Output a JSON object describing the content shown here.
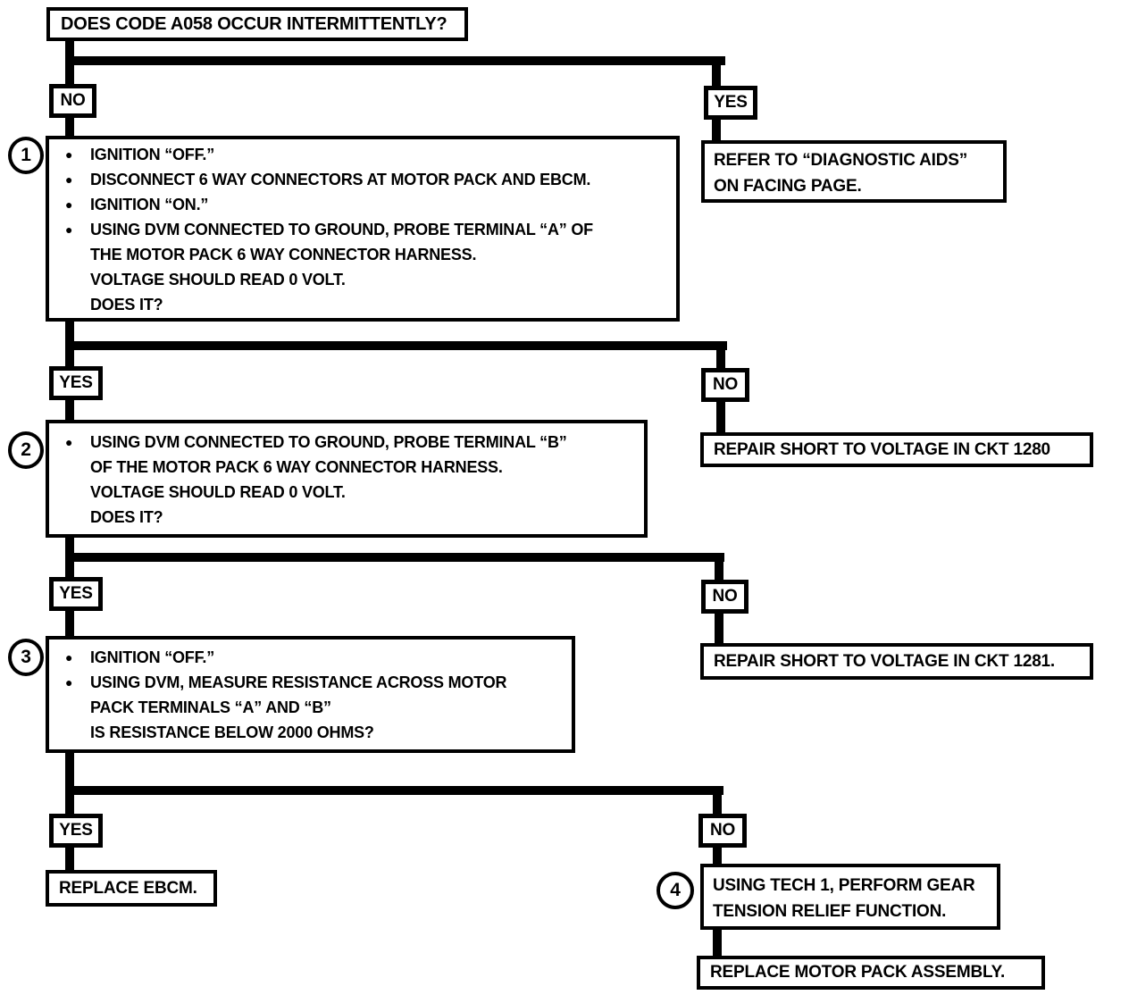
{
  "flowchart": {
    "title": "DOES CODE A058 OCCUR INTERMITTENTLY?",
    "branch1": {
      "left_label": "NO",
      "right_label": "YES"
    },
    "branch2": {
      "left_label": "YES",
      "right_label": "NO"
    },
    "branch3": {
      "left_label": "YES",
      "right_label": "NO"
    },
    "branch4": {
      "left_label": "YES",
      "right_label": "NO"
    },
    "bullet_glyph": "●",
    "step1": {
      "number": "1",
      "items": [
        {
          "lines": [
            "IGNITION “OFF.”"
          ]
        },
        {
          "lines": [
            "DISCONNECT 6 WAY CONNECTORS AT MOTOR PACK AND EBCM."
          ]
        },
        {
          "lines": [
            "IGNITION “ON.”"
          ]
        },
        {
          "lines": [
            "USING DVM CONNECTED TO GROUND, PROBE TERMINAL “A” OF",
            "THE MOTOR PACK 6 WAY CONNECTOR HARNESS.",
            "VOLTAGE SHOULD READ 0 VOLT.",
            "DOES IT?"
          ]
        }
      ]
    },
    "refer_box": {
      "lines": [
        "REFER TO “DIAGNOSTIC AIDS”",
        "ON FACING PAGE."
      ]
    },
    "step2": {
      "number": "2",
      "items": [
        {
          "lines": [
            "USING DVM CONNECTED TO GROUND, PROBE TERMINAL “B”",
            "OF THE MOTOR PACK 6 WAY CONNECTOR HARNESS.",
            "VOLTAGE SHOULD READ 0 VOLT.",
            "DOES IT?"
          ]
        }
      ]
    },
    "repair_1280_box": {
      "text": "REPAIR SHORT TO VOLTAGE IN CKT 1280"
    },
    "step3": {
      "number": "3",
      "items": [
        {
          "lines": [
            "IGNITION “OFF.”"
          ]
        },
        {
          "lines": [
            "USING DVM, MEASURE RESISTANCE ACROSS MOTOR",
            "PACK TERMINALS “A” AND “B”",
            "IS RESISTANCE BELOW 2000 OHMS?"
          ]
        }
      ]
    },
    "repair_1281_box": {
      "text": "REPAIR SHORT TO VOLTAGE IN CKT 1281."
    },
    "replace_ebcm_box": {
      "text": "REPLACE EBCM."
    },
    "step4": {
      "number": "4",
      "lines": [
        "USING TECH 1, PERFORM GEAR",
        "TENSION RELIEF FUNCTION."
      ]
    },
    "replace_motor_box": {
      "text": "REPLACE MOTOR PACK ASSEMBLY."
    }
  }
}
